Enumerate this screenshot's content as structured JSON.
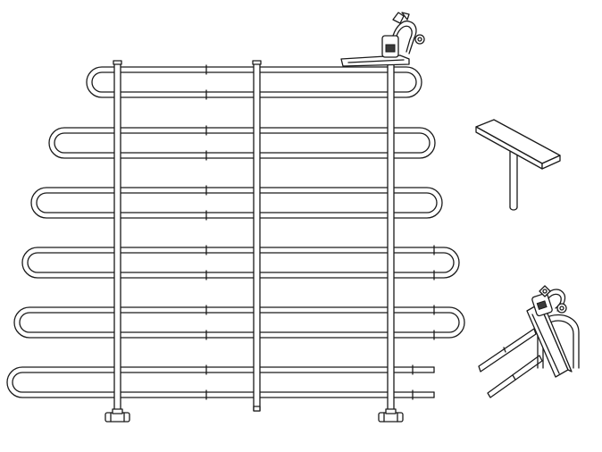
{
  "figure": {
    "description_items": [
      "tube-rack-assembly",
      "plate-on-stem-part",
      "clamp-bracket-detail"
    ],
    "rack": {
      "loop_count": 6,
      "vertical_post_count": 3
    },
    "colors": {
      "line": "#1a1a1a",
      "fill": "#ffffff",
      "dark_part": "#3a3a3a"
    }
  }
}
